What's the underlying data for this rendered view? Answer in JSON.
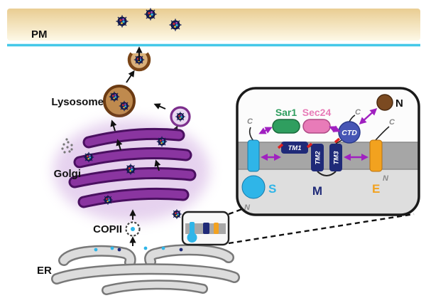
{
  "pathway": {
    "pm_label": "PM",
    "lysosome_label": "Lysosome",
    "golgi_label": "Golgi",
    "copii_label": "COPII",
    "er_label": "ER"
  },
  "inset": {
    "sar1_label": "Sar1",
    "sec24_label": "Sec24",
    "ctd_label": "CTD",
    "tm1_label": "TM1",
    "tm2_label": "TM2",
    "tm3_label": "TM3",
    "s_label": "S",
    "m_label": "M",
    "e_label": "E",
    "n_label": "N",
    "term_c": "C",
    "term_n": "N"
  },
  "colors": {
    "pm_membrane": "#45c8e8",
    "pm_band_top": "#e9cd92",
    "pm_band_bottom": "#fdf8e6",
    "lysosome": "#6b3a12",
    "golgi": "#8a35a0",
    "spike_s": "#2fb5e8",
    "membrane_m": "#1f2a78",
    "envelope_e": "#f2a21f",
    "nucleocapsid_n": "#7b4a21",
    "sar1": "#2f9e5f",
    "sec24": "#e87bb8",
    "ctd": "#4756b5",
    "interaction_arrow": "#a020c0",
    "mutation_red": "#e02020"
  }
}
